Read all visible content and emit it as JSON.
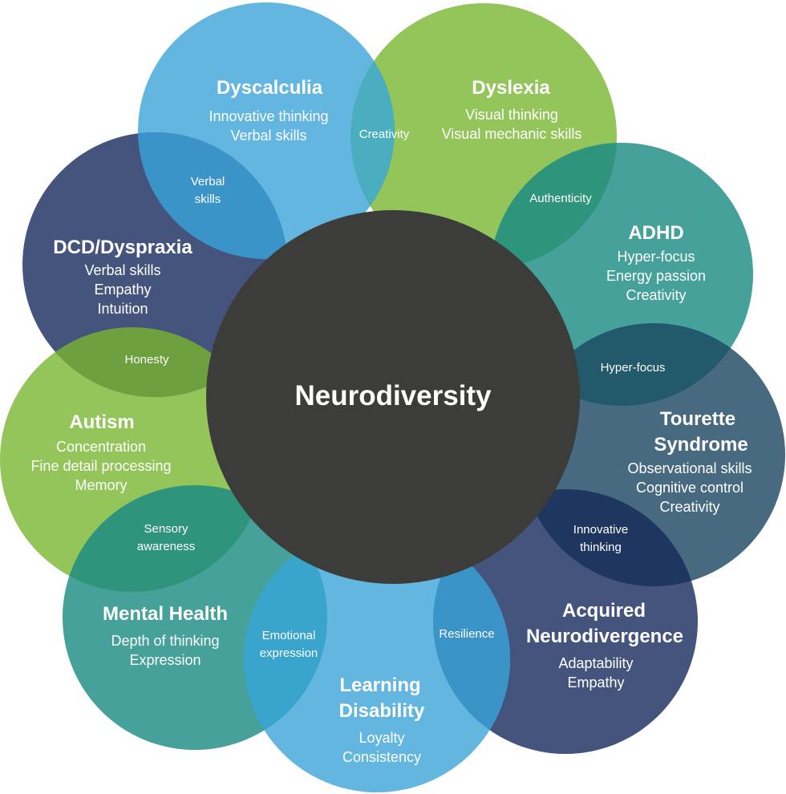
{
  "diagram": {
    "center": {
      "label": "Neurodiversity",
      "color": "#3c3c3b"
    },
    "circles": [
      {
        "id": "dyscalculia",
        "title": [
          "Dyscalculia"
        ],
        "strengths": [
          "Innovative thinking",
          "Verbal skills"
        ],
        "color": "#62b6e0"
      },
      {
        "id": "dyslexia",
        "title": [
          "Dyslexia"
        ],
        "strengths": [
          "Visual thinking",
          "Visual mechanic skills"
        ],
        "color": "#93c55a"
      },
      {
        "id": "adhd",
        "title": [
          "ADHD"
        ],
        "strengths": [
          "Hyper-focus",
          "Energy passion",
          "Creativity"
        ],
        "color": "#45a19a"
      },
      {
        "id": "tourette",
        "title": [
          "Tourette",
          "Syndrome"
        ],
        "strengths": [
          "Observational skills",
          "Cognitive control",
          "Creativity"
        ],
        "color": "#476a80"
      },
      {
        "id": "acquired",
        "title": [
          "Acquired",
          "Neurodivergence"
        ],
        "strengths": [
          "Adaptability",
          "Empathy"
        ],
        "color": "#44547c"
      },
      {
        "id": "learning",
        "title": [
          "Learning",
          "Disability"
        ],
        "strengths": [
          "Loyalty",
          "Consistency"
        ],
        "color": "#62b6e0"
      },
      {
        "id": "mental-health",
        "title": [
          "Mental Health"
        ],
        "strengths": [
          "Depth of thinking",
          "Expression"
        ],
        "color": "#45a19a"
      },
      {
        "id": "autism",
        "title": [
          "Autism"
        ],
        "strengths": [
          "Concentration",
          "Fine detail processing",
          "Memory"
        ],
        "color": "#93c55a"
      },
      {
        "id": "dcd",
        "title": [
          "DCD/Dyspraxia"
        ],
        "strengths": [
          "Verbal skills",
          "Empathy",
          "Intuition"
        ],
        "color": "#44547c"
      }
    ],
    "overlaps": [
      {
        "between": [
          "dyscalculia",
          "dyslexia"
        ],
        "label": [
          "Creativity"
        ],
        "color": "#4aaec0"
      },
      {
        "between": [
          "dyslexia",
          "adhd"
        ],
        "label": [
          "Authenticity"
        ],
        "color": "#2e947c"
      },
      {
        "between": [
          "adhd",
          "tourette"
        ],
        "label": [
          "Hyper-focus"
        ],
        "color": "#225a6c"
      },
      {
        "between": [
          "tourette",
          "acquired"
        ],
        "label": [
          "Innovative",
          "thinking"
        ],
        "color": "#1f3661"
      },
      {
        "between": [
          "acquired",
          "learning"
        ],
        "label": [
          "Resilience"
        ],
        "color": "#3a94c8"
      },
      {
        "between": [
          "learning",
          "mental-health"
        ],
        "label": [
          "Emotional",
          "expression"
        ],
        "color": "#3aa5cc"
      },
      {
        "between": [
          "mental-health",
          "autism"
        ],
        "label": [
          "Sensory",
          "awareness"
        ],
        "color": "#2e947c"
      },
      {
        "between": [
          "autism",
          "dcd"
        ],
        "label": [
          "Honesty"
        ],
        "color": "#6ea040"
      },
      {
        "between": [
          "dcd",
          "dyscalculia"
        ],
        "label": [
          "Verbal",
          "skills"
        ],
        "color": "#3a94c8"
      }
    ]
  }
}
